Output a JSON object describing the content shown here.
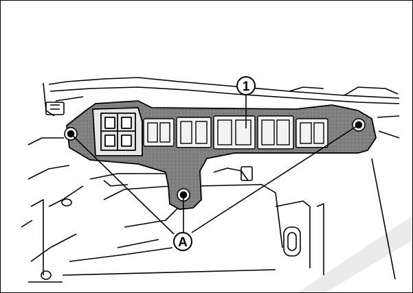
{
  "diagram": {
    "callouts": [
      {
        "id": "part-1",
        "label": "1"
      },
      {
        "id": "bolt-a",
        "label": "A"
      }
    ]
  },
  "colors": {
    "line": "#000000",
    "background": "#ffffff",
    "module_fill": "#b8b8b8",
    "watermark": "#000000"
  }
}
